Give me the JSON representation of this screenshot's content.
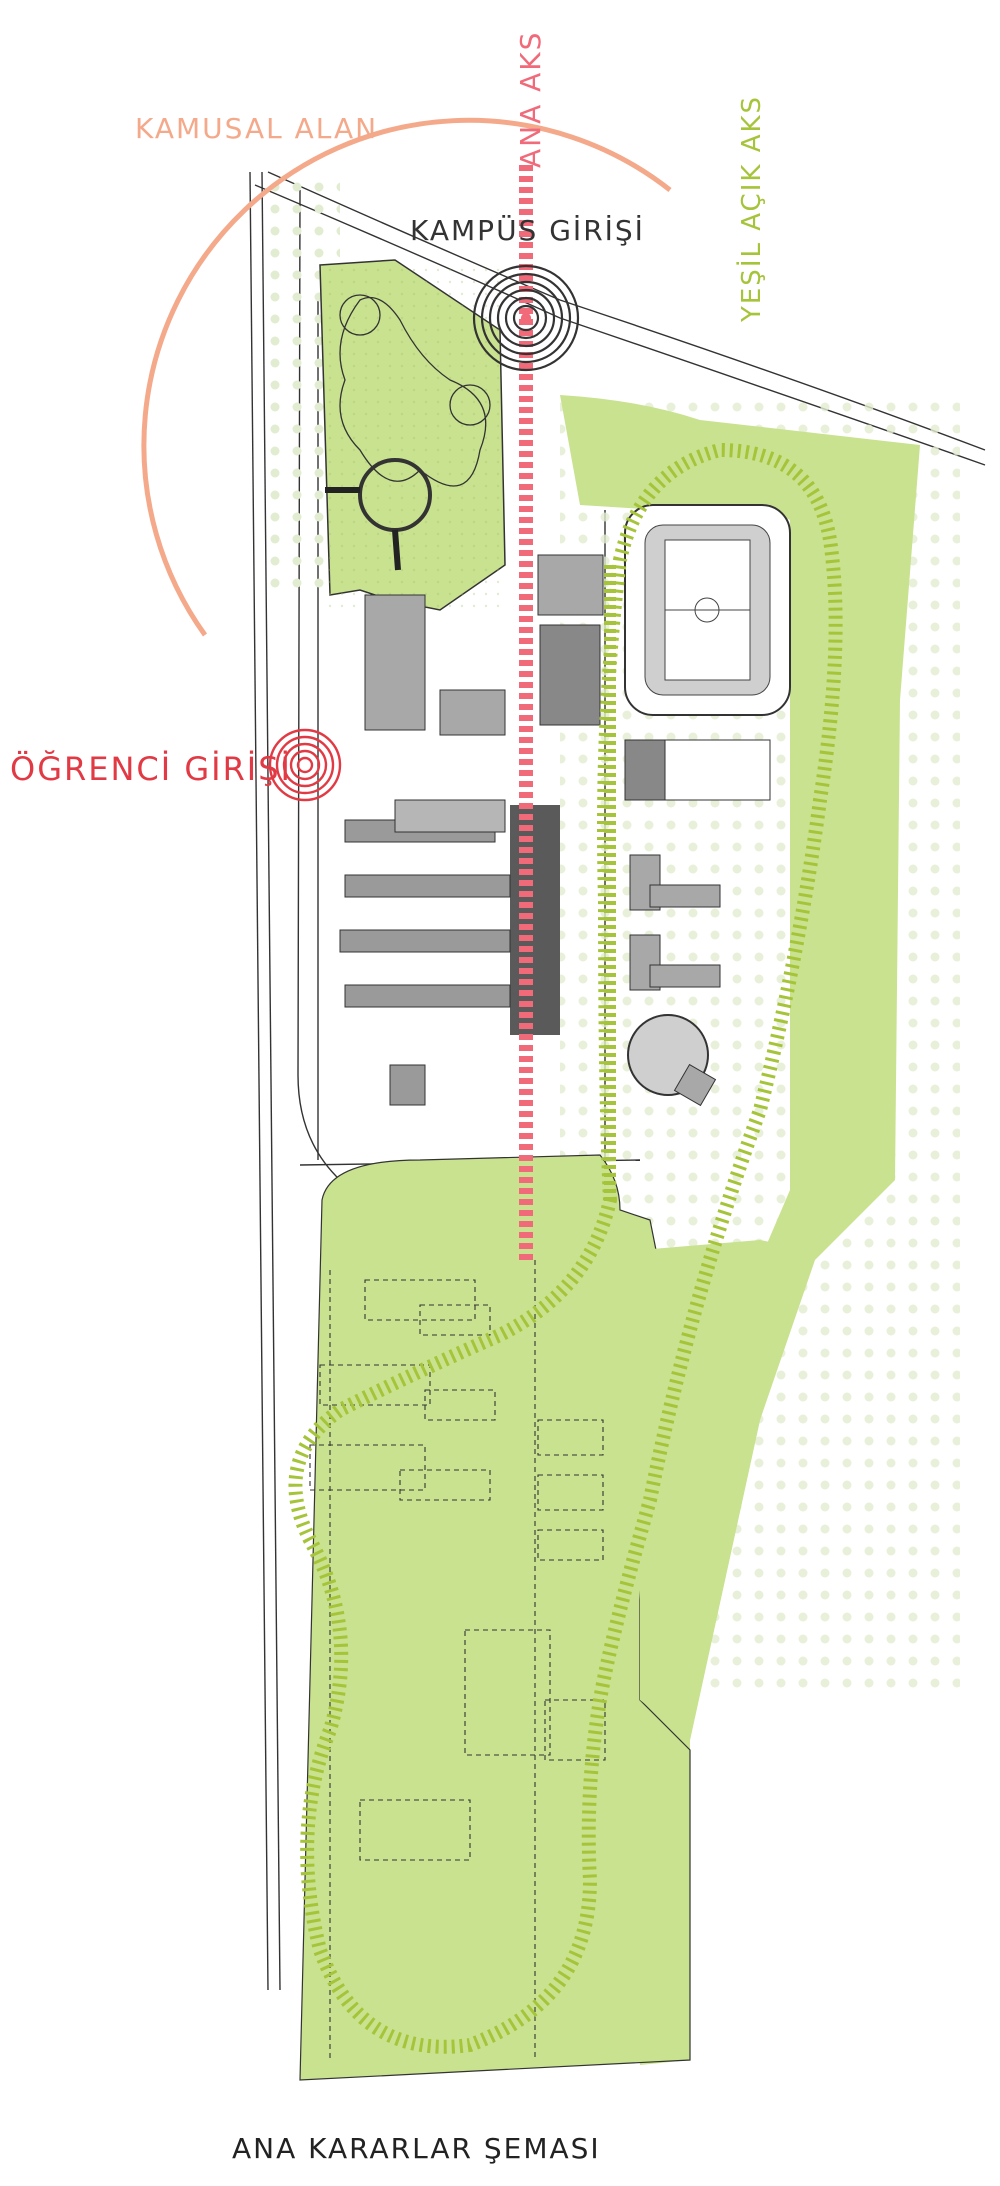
{
  "labels": {
    "kamusal_alan": "KAMUSAL ALAN",
    "ana_aks": "ANA AKS",
    "kampus_girisi": "KAMPÜS GİRİŞİ",
    "yesil_acik_aks": "YEŞİL AÇIK AKS",
    "ogrenci_girisi": "ÖĞRENCİ GİRİŞİ",
    "sema_title": "ANA KARARLAR ŞEMASI"
  },
  "colors": {
    "kamusal_alan": "#f4a98a",
    "ana_aks": "#f06a7a",
    "ogrenci_girisi": "#e23a44",
    "kampus_girisi_text": "#333333",
    "yesil_acik_aks": "#a6c43a",
    "green_area": "#c9e28f",
    "building": "#a8a8a8",
    "building_dark": "#5a5a5a",
    "title": "#222222"
  },
  "icons": {
    "kampus_entry": "concentric-target-icon",
    "ogrenci_entry": "concentric-target-icon"
  }
}
